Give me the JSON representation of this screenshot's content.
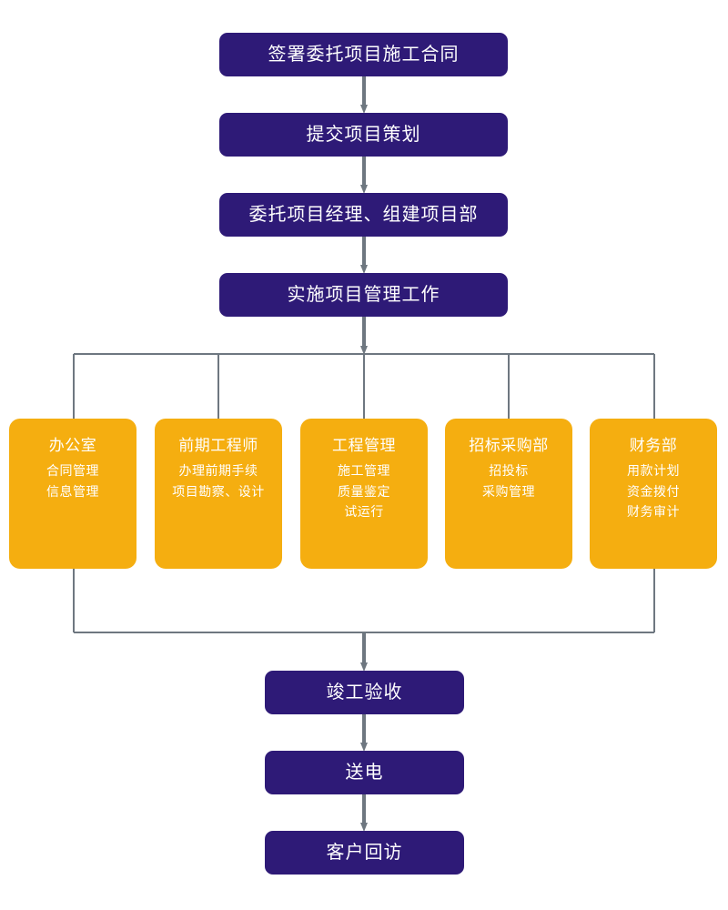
{
  "colors": {
    "stage_fill": "#2E1A77",
    "dept_fill": "#F5AE10",
    "connector": "#6E7780",
    "text": "#FFFFFF",
    "background": "#FFFFFF"
  },
  "stages_top": [
    {
      "id": "sign-contract",
      "label": "签署委托项目施工合同"
    },
    {
      "id": "submit-planning",
      "label": "提交项目策划"
    },
    {
      "id": "assign-pm",
      "label": "委托项目经理、组建项目部"
    },
    {
      "id": "implement-mgmt",
      "label": "实施项目管理工作"
    }
  ],
  "departments": [
    {
      "id": "office",
      "title": "办公室",
      "duties": [
        "合同管理",
        "信息管理"
      ]
    },
    {
      "id": "preliminary-engineer",
      "title": "前期工程师",
      "duties": [
        "办理前期手续",
        "项目勘察、设计"
      ]
    },
    {
      "id": "engineering-management",
      "title": "工程管理",
      "duties": [
        "施工管理",
        "质量鉴定",
        "试运行"
      ]
    },
    {
      "id": "bidding-procurement",
      "title": "招标采购部",
      "duties": [
        "招投标",
        "采购管理"
      ]
    },
    {
      "id": "finance",
      "title": "财务部",
      "duties": [
        "用款计划",
        "资金拨付",
        "财务审计"
      ]
    }
  ],
  "stages_bottom": [
    {
      "id": "completion-acceptance",
      "label": "竣工验收"
    },
    {
      "id": "power-delivery",
      "label": "送电"
    },
    {
      "id": "customer-followup",
      "label": "客户回访"
    }
  ]
}
